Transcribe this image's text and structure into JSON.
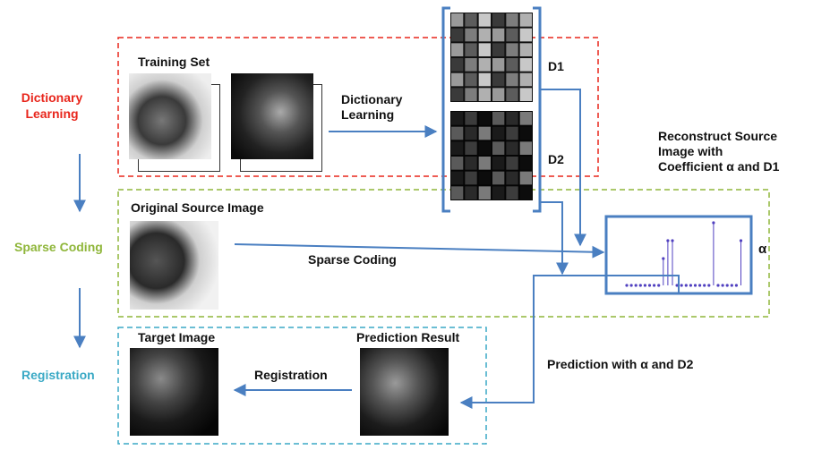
{
  "stages": {
    "dictionary_learning": {
      "label": "Dictionary\nLearning",
      "color": "#e8261c"
    },
    "sparse_coding": {
      "label": "Sparse Coding",
      "color": "#8fb63a"
    },
    "registration": {
      "label": "Registration",
      "color": "#3aa9c5"
    }
  },
  "labels": {
    "training_set": "Training Set",
    "dictionary_learning_step": "Dictionary\nLearning",
    "d1": "D1",
    "d2": "D2",
    "reconstruct": "Reconstruct Source\nImage with\nCoefficient α and D1",
    "original_source": "Original Source Image",
    "sparse_coding_step": "Sparse Coding",
    "alpha": "α",
    "target_image": "Target Image",
    "prediction_result": "Prediction Result",
    "registration_step": "Registration",
    "prediction_with": "Prediction with α and D2"
  },
  "colors": {
    "arrow": "#4a7fc1",
    "red_dash": "#e8261c",
    "green_dash": "#8fb63a",
    "cyan_dash": "#3aa9c5",
    "stem": "#5040c0"
  }
}
